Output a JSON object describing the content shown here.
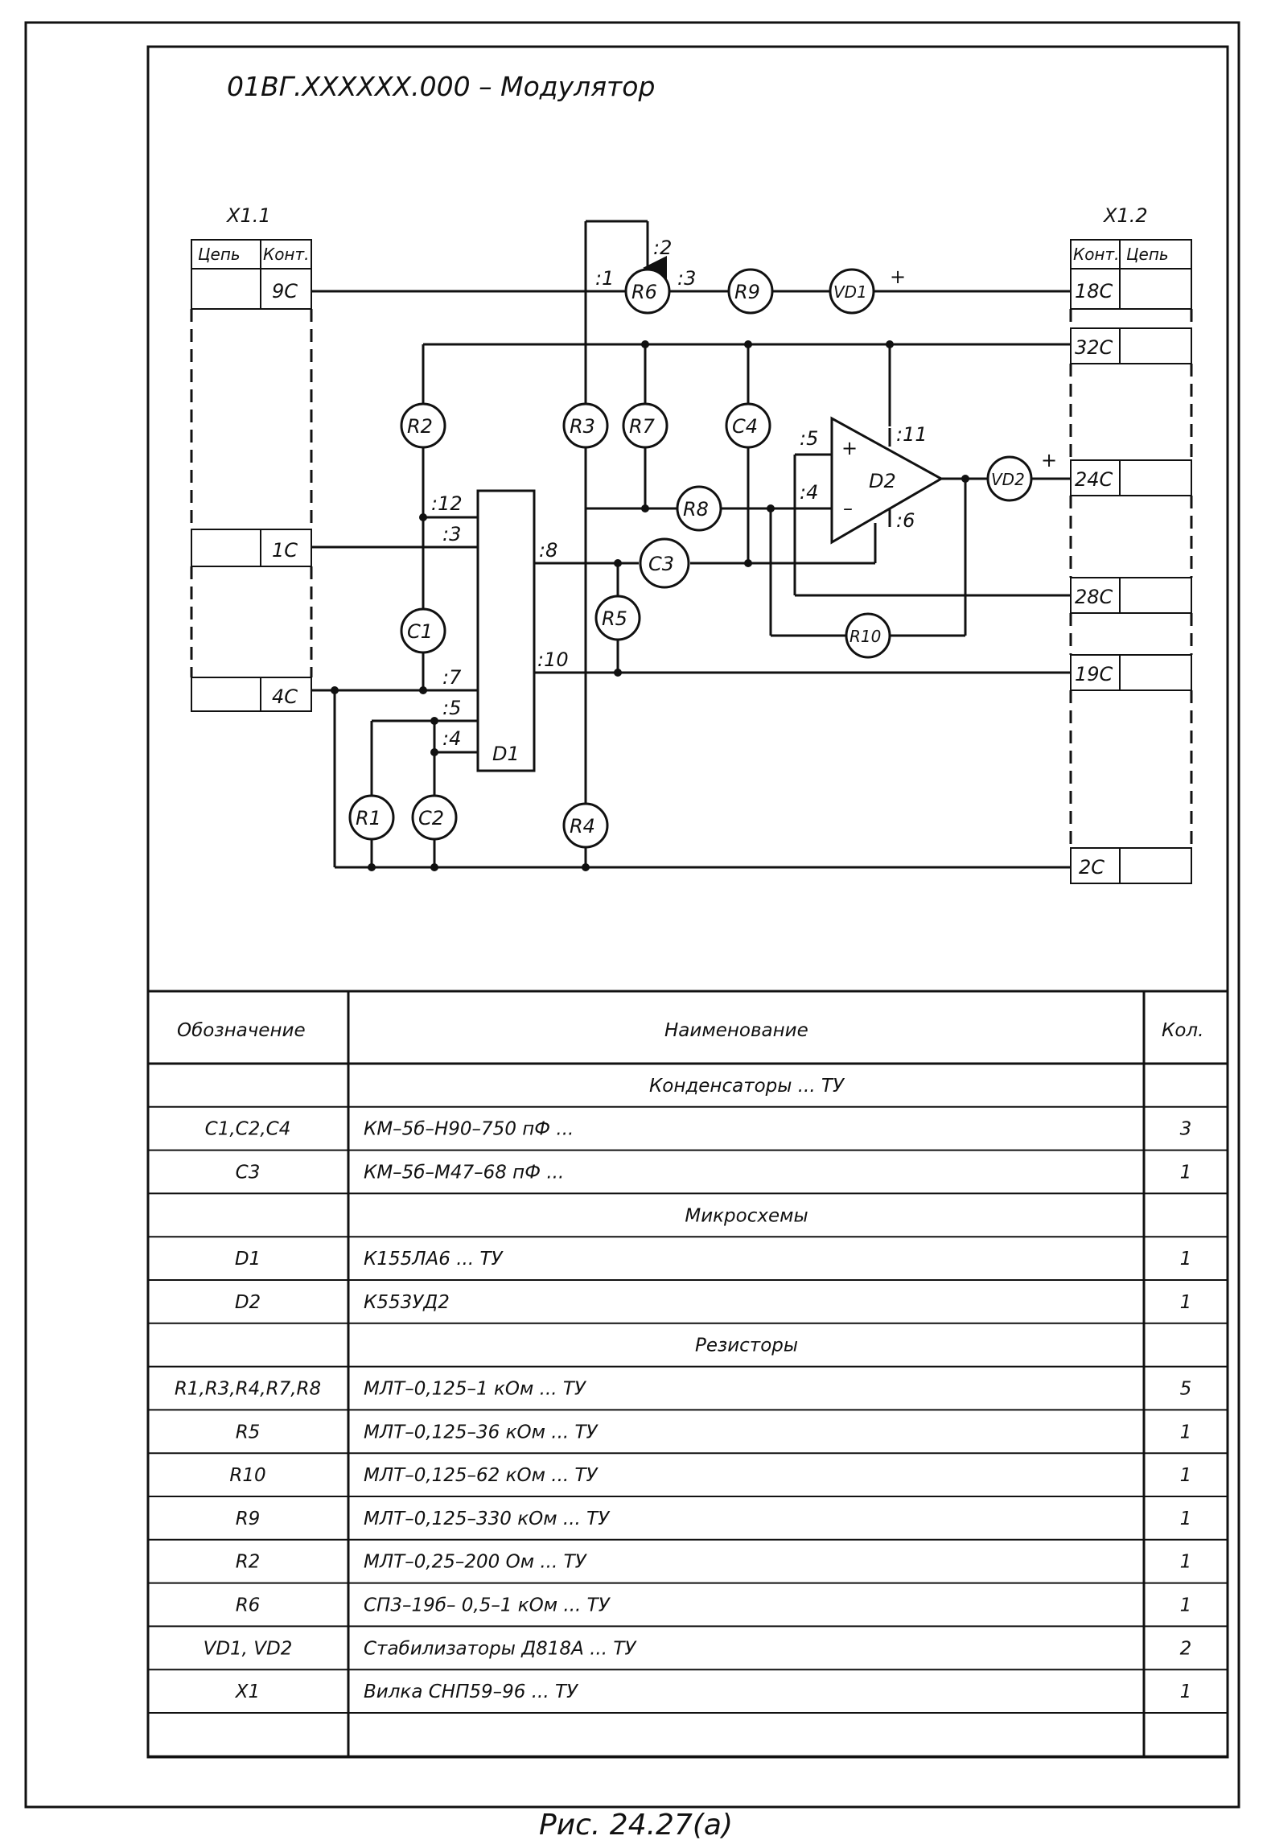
{
  "drawing": {
    "title": "01ВГ.XXXXXX.000  –  Модулятор",
    "caption": "Рис. 24.27(а)"
  },
  "connectors": {
    "left": {
      "name": "X1.1",
      "col_circuit": "Цепь",
      "col_contact": "Конт.",
      "contacts": [
        "9C",
        "1C",
        "4C"
      ]
    },
    "right": {
      "name": "X1.2",
      "col_contact": "Конт.",
      "col_circuit": "Цепь",
      "contacts": [
        "18C",
        "32C",
        "24C",
        "28C",
        "19C",
        "2C"
      ]
    }
  },
  "components": {
    "R1": "R1",
    "R2": "R2",
    "R3": "R3",
    "R4": "R4",
    "R5": "R5",
    "R6": "R6",
    "R7": "R7",
    "R8": "R8",
    "R9": "R9",
    "R10": "R10",
    "C1": "C1",
    "C2": "C2",
    "C3": "C3",
    "C4": "C4",
    "VD1": "VD1",
    "VD2": "VD2",
    "D1": "D1",
    "D2": "D2"
  },
  "pins": {
    "r6_1": ":1",
    "r6_2": ":2",
    "r6_3": ":3",
    "d1_12": ":12",
    "d1_3": ":3",
    "d1_8": ":8",
    "d1_10": ":10",
    "d1_7": ":7",
    "d1_5": ":5",
    "d1_4": ":4",
    "d2_5": ":5",
    "d2_4": ":4",
    "d2_11": ":11",
    "d2_6": ":6",
    "plus": "+",
    "minus": "–"
  },
  "bom": {
    "headers": {
      "designation": "Обозначение",
      "name": "Наименование",
      "qty": "Кол."
    },
    "rows": [
      {
        "designation": "",
        "name": "Конденсаторы ... ТУ",
        "qty": "",
        "section": true
      },
      {
        "designation": "С1,С2,С4",
        "name": "КМ–5б–Н90–750  пФ ...",
        "qty": "3"
      },
      {
        "designation": "С3",
        "name": "КМ–5б–М47–68  пФ ...",
        "qty": "1"
      },
      {
        "designation": "",
        "name": "Микросхемы",
        "qty": "",
        "section": true
      },
      {
        "designation": "D1",
        "name": "К155ЛА6  ... ТУ",
        "qty": "1"
      },
      {
        "designation": "D2",
        "name": "К553УД2",
        "qty": "1"
      },
      {
        "designation": "",
        "name": "Резисторы",
        "qty": "",
        "section": true
      },
      {
        "designation": "R1,R3,R4,R7,R8",
        "name": "МЛТ–0,125–1  кОм ... ТУ",
        "qty": "5"
      },
      {
        "designation": "R5",
        "name": "МЛТ–0,125–36  кОм ... ТУ",
        "qty": "1"
      },
      {
        "designation": "R10",
        "name": "МЛТ–0,125–62  кОм ... ТУ",
        "qty": "1"
      },
      {
        "designation": "R9",
        "name": "МЛТ–0,125–330  кОм ... ТУ",
        "qty": "1"
      },
      {
        "designation": "R2",
        "name": "МЛТ–0,25–200  Ом ... ТУ",
        "qty": "1"
      },
      {
        "designation": "R6",
        "name": "СП3–19б–  0,5–1  кОм ... ТУ",
        "qty": "1"
      },
      {
        "designation": "VD1,  VD2",
        "name": "Стабилизаторы  Д818А ... ТУ",
        "qty": "2"
      },
      {
        "designation": "X1",
        "name": "Вилка  СНП59–96  ... ТУ",
        "qty": "1"
      },
      {
        "designation": "",
        "name": "",
        "qty": ""
      }
    ]
  }
}
